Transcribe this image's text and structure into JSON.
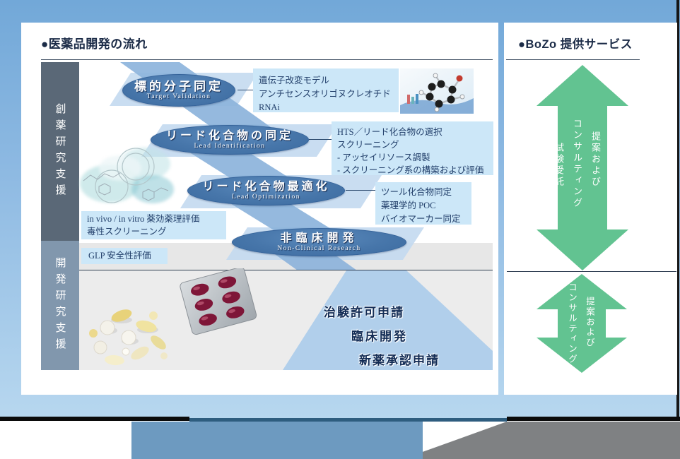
{
  "header": {
    "flow_title": "●医薬品開発の流れ",
    "services_title": "●BoZo 提供サービス"
  },
  "sidebar": {
    "discovery_support": "創薬研究支援",
    "development_support": "開発研究支援"
  },
  "stages": [
    {
      "ja": "標的分子同定",
      "en": "Target Validation"
    },
    {
      "ja": "リード化合物の同定",
      "en": "Lead Identification"
    },
    {
      "ja": "リード化合物最適化",
      "en": "Lead Optimization"
    },
    {
      "ja": "非臨床開発",
      "en": "Non-Clinical Research"
    }
  ],
  "notes": {
    "target_validation": [
      "遺伝子改変モデル",
      "アンチセンスオリゴヌクレオチド",
      "RNAi"
    ],
    "lead_identification": [
      "HTS／リード化合物の選択",
      "スクリーニング",
      "- アッセイリソース調製",
      "- スクリーニング系の構築および評価"
    ],
    "lead_optimization": [
      "ツール化合物同定",
      "薬理学的 POC",
      "バイオマーカー同定"
    ],
    "pharmacology": [
      "in vivo / in vitro 薬効薬理評価",
      "毒性スクリーニング"
    ],
    "glp": [
      "GLP 安全性評価"
    ]
  },
  "clinical_steps": [
    "治験許可申請",
    "臨床開発",
    "新薬承認申請"
  ],
  "service_arrows": {
    "discovery": [
      "提案および",
      "コンサルティング",
      "試験受託"
    ],
    "development": [
      "提案および",
      "コンサルティング"
    ]
  },
  "colors": {
    "accent_green": "#62c391",
    "ellipse_blue": "#4776aa",
    "note_box_bg": "#cce7f8",
    "ribbon_blue": "#8db4dc",
    "band_blue": "#c4daf0",
    "sidebar_dark": "#5a6877",
    "sidebar_light": "#8197ad",
    "title_navy": "#1b2b47"
  }
}
